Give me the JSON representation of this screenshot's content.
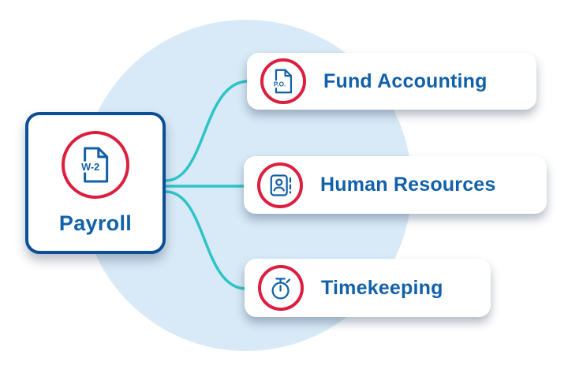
{
  "diagram": {
    "type": "mind-map",
    "root": {
      "label": "Payroll",
      "icon": "w2-document-icon",
      "badge_text": "W-2"
    },
    "branches": [
      {
        "label": "Fund Accounting",
        "icon": "po-document-icon",
        "badge_text": "P.O."
      },
      {
        "label": "Human Resources",
        "icon": "id-badge-icon"
      },
      {
        "label": "Timekeeping",
        "icon": "stopwatch-icon"
      }
    ]
  },
  "colors": {
    "brand_blue": "#1261A8",
    "node_border_blue": "#0C4E97",
    "accent_red": "#DC1E3F",
    "connector_teal": "#2EC4C6",
    "background_circle": "#D8EAF7",
    "card_background": "#FFFFFF"
  }
}
